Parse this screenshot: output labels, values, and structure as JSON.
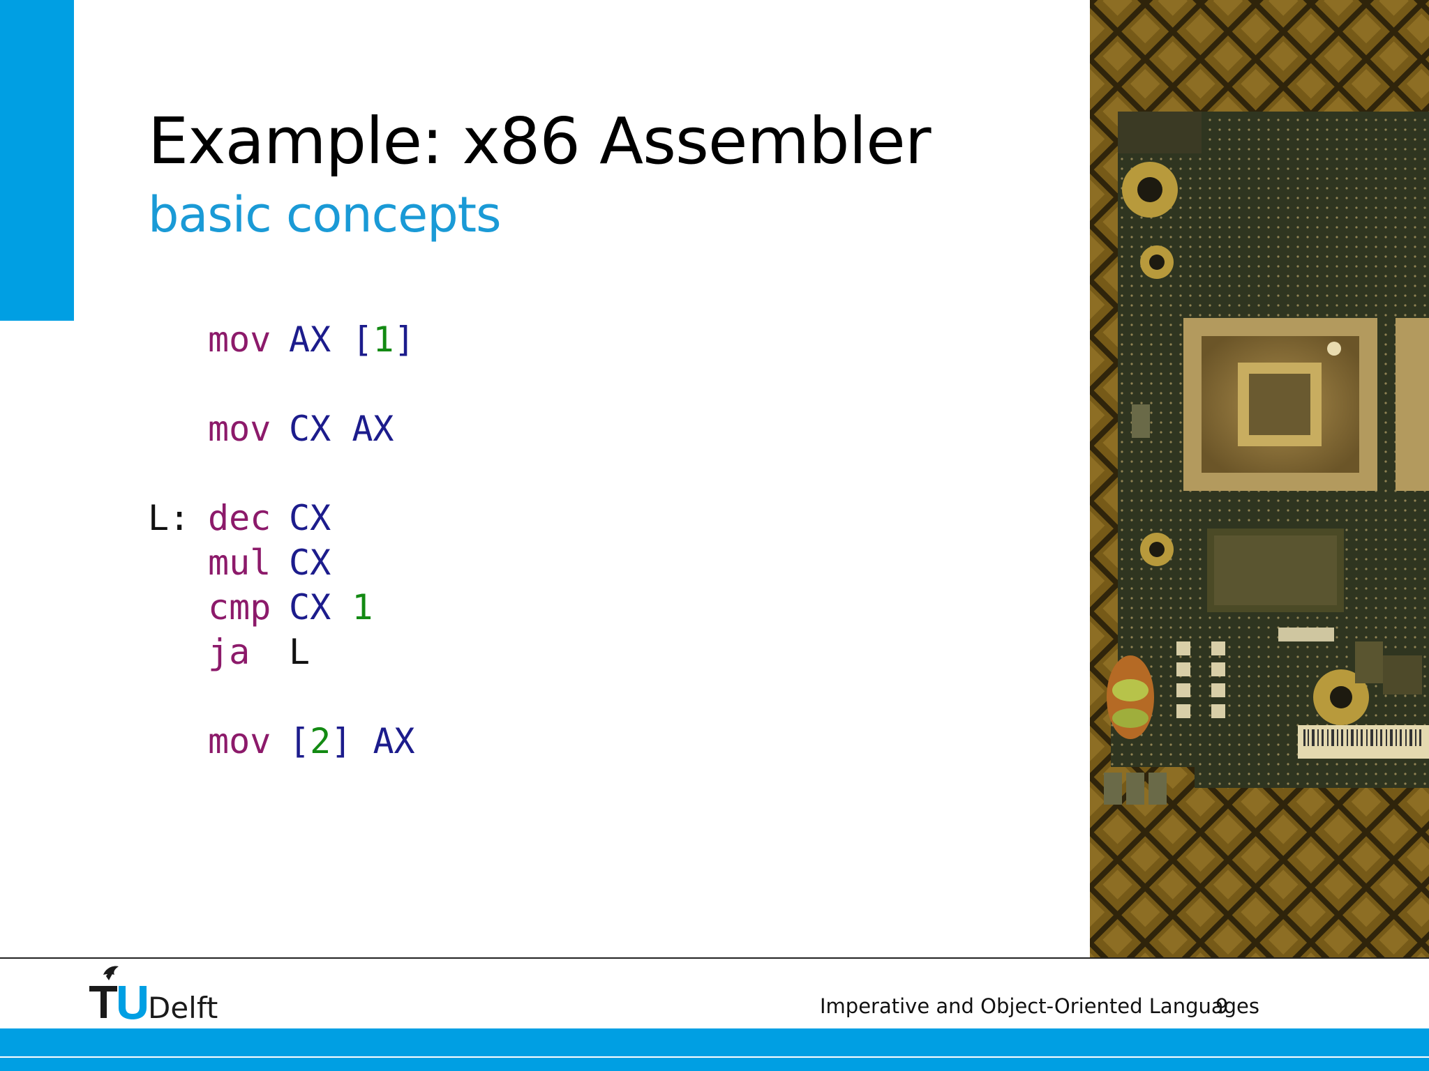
{
  "slide": {
    "title": "Example: x86 Assembler",
    "subtitle": "basic concepts"
  },
  "code": {
    "line1": {
      "op": "mov",
      "a": "AX",
      "b_open": "[",
      "b_num": "1",
      "b_close": "]"
    },
    "line2": {
      "op": "mov",
      "a": "CX",
      "b": "AX"
    },
    "line3": {
      "label": "L:",
      "op": "dec",
      "a": "CX"
    },
    "line4": {
      "op": "mul",
      "a": "CX"
    },
    "line5": {
      "op": "cmp",
      "a": "CX",
      "num": "1"
    },
    "line6": {
      "op": "ja",
      "target": "L"
    },
    "line7": {
      "op": "mov",
      "a_open": "[",
      "a_num": "2",
      "a_close": "]",
      "b": "AX"
    }
  },
  "footer": {
    "course": "Imperative and Object-Oriented Languages",
    "page": "9",
    "logo_text": "TUDelft"
  },
  "colors": {
    "accent": "#009fe3",
    "subtitle": "#1a9ad6",
    "keyword": "#8c1a6a",
    "register": "#1c1c8c",
    "number": "#138a13"
  },
  "image": {
    "subject": "circuit board photo"
  }
}
